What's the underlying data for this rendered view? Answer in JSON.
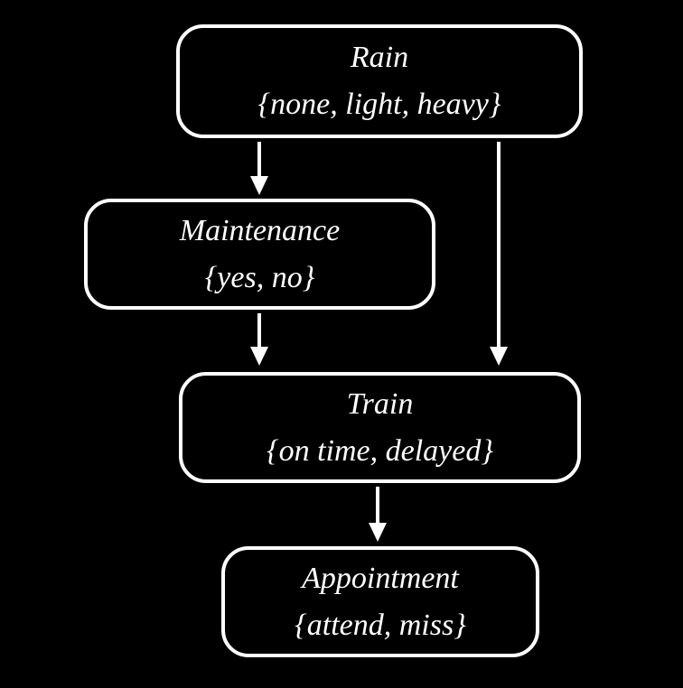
{
  "diagram": {
    "type": "bayesian-network",
    "background_color": "#000000",
    "node_border_color": "#ffffff",
    "text_color": "#ffffff",
    "nodes": [
      {
        "id": "rain",
        "title": "Rain",
        "states": "{none, light, heavy}"
      },
      {
        "id": "maintenance",
        "title": "Maintenance",
        "states": "{yes, no}"
      },
      {
        "id": "train",
        "title": "Train",
        "states": "{on time, delayed}"
      },
      {
        "id": "appointment",
        "title": "Appointment",
        "states": "{attend, miss}"
      }
    ],
    "edges": [
      {
        "from": "rain",
        "to": "maintenance"
      },
      {
        "from": "rain",
        "to": "train"
      },
      {
        "from": "maintenance",
        "to": "train"
      },
      {
        "from": "train",
        "to": "appointment"
      }
    ]
  }
}
